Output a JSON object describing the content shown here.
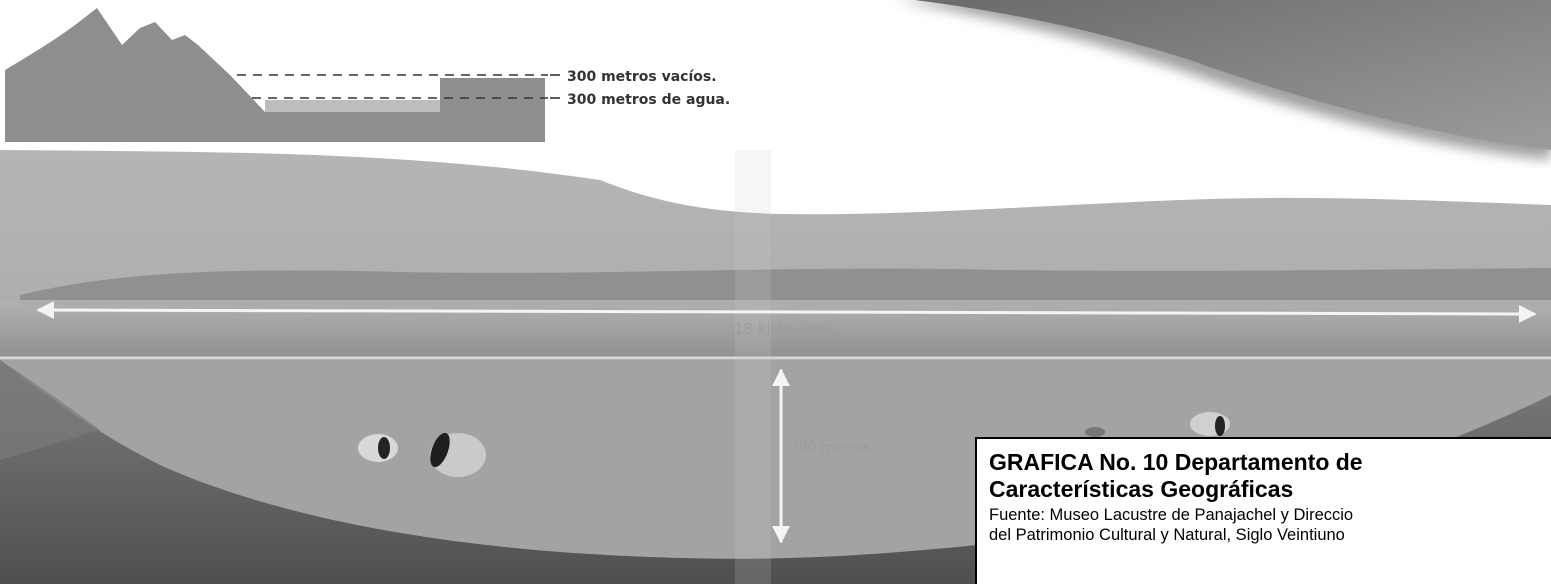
{
  "inset": {
    "label_empty": "300 metros vacíos.",
    "label_water": "300 metros de agua."
  },
  "main": {
    "width_label": "18 kilómetros",
    "depth_label": "300 metros"
  },
  "caption": {
    "title_line1": "GRAFICA No. 10  Departamento de",
    "title_line2": "Características Geográficas",
    "source_line1": "Fuente: Museo Lacustre de Panajachel y Direccio",
    "source_line2": "del Patrimonio Cultural y Natural, Siglo Veintiuno"
  },
  "colors": {
    "mountain_gray": "#8e8e8e",
    "water_light": "#bdbdbd",
    "lake_gray": "#9a9a9a",
    "arrow_white": "#f4f4f4"
  }
}
